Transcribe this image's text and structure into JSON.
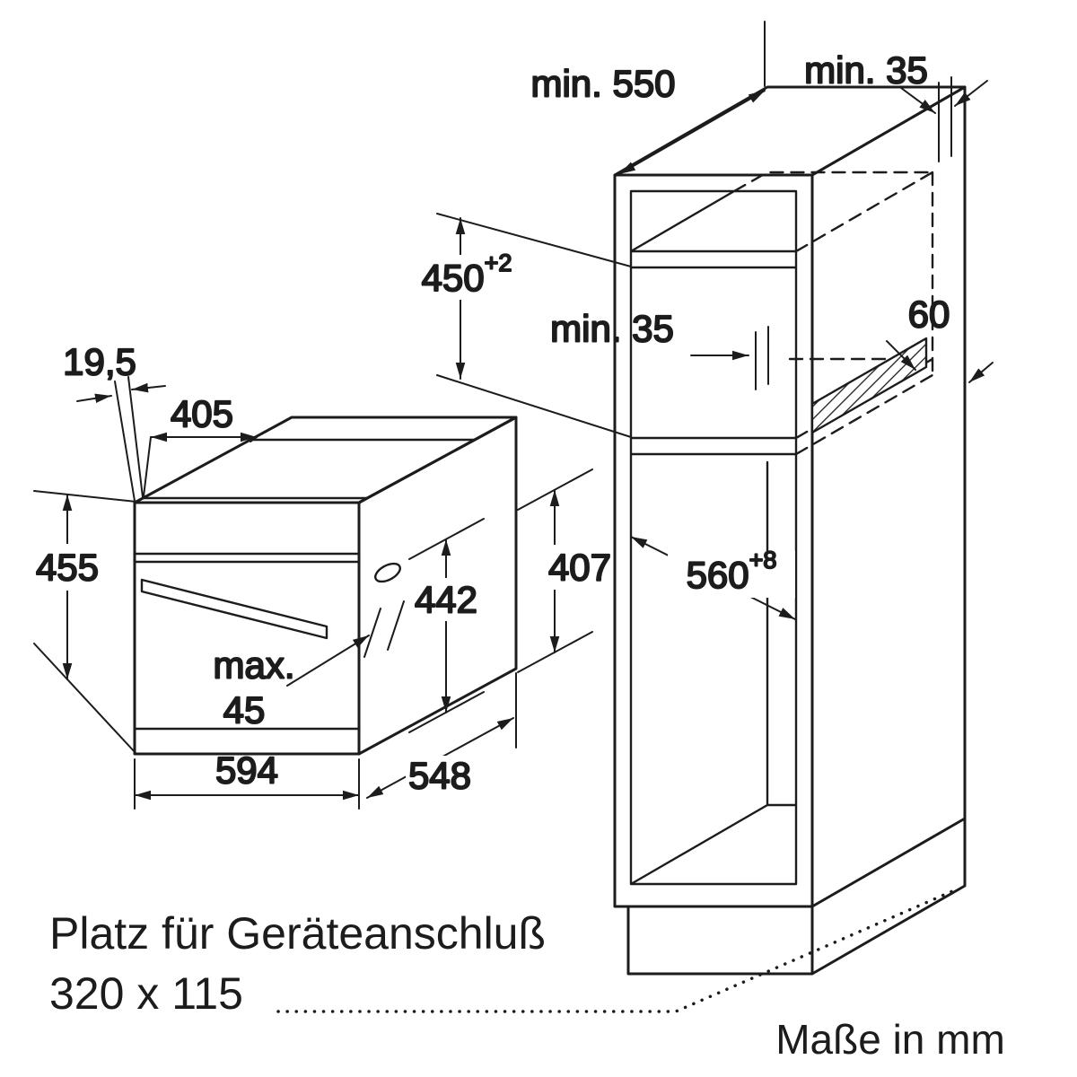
{
  "oven": {
    "dims": {
      "fascia_depth": "19,5",
      "top_depth": "405",
      "height": "455",
      "inner_height": "442",
      "body_height": "407",
      "handle_max_label": "max.",
      "handle_max_value": "45",
      "width": "594",
      "depth": "548"
    }
  },
  "cabinet": {
    "dims": {
      "min_depth": "min. 550",
      "top_rear_gap": "min. 35",
      "niche_height": "450",
      "niche_height_tolerance": "+2",
      "rear_gap": "min. 35",
      "vent_width": "60",
      "niche_depth": "560",
      "niche_depth_tolerance": "+8"
    }
  },
  "footer": {
    "connection_note_line1": "Platz für Geräteanschluß",
    "connection_note_line2": "320 x 115",
    "units_note": "Maße in mm"
  },
  "colors": {
    "line": "#1c1c1c",
    "background": "#ffffff"
  }
}
